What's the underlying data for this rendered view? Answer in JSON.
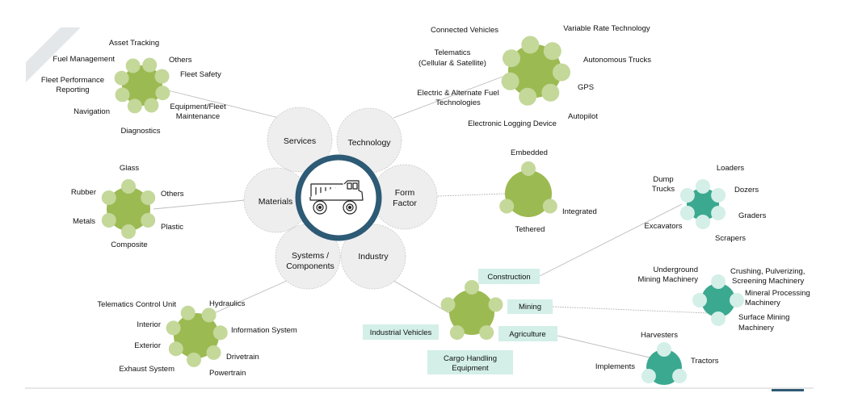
{
  "center": {
    "icon": "dump-truck-icon",
    "ring_color": "#2d5a75"
  },
  "colors": {
    "category_fill": "#eeeeee",
    "category_border": "#c8c8c8",
    "green_core": "#9cba52",
    "green_petal": "#c4d89a",
    "teal_core": "#3aa98f",
    "teal_petal": "#d3efe8",
    "box_fill": "#d3efe8",
    "line": "#bbbbbb",
    "rule": "#cccccc",
    "accent_bar": "#2d5a75"
  },
  "categories": [
    {
      "id": "services",
      "lines": [
        "Services"
      ]
    },
    {
      "id": "technology",
      "lines": [
        "Technology"
      ]
    },
    {
      "id": "form-factor",
      "lines": [
        "Form",
        "Factor"
      ]
    },
    {
      "id": "industry",
      "lines": [
        "Industry"
      ]
    },
    {
      "id": "systems",
      "lines": [
        "Systems /",
        "Components"
      ]
    },
    {
      "id": "materials",
      "lines": [
        "Materials"
      ]
    }
  ],
  "clusters": {
    "services": {
      "labels": [
        {
          "lines": [
            "Asset Tracking"
          ]
        },
        {
          "lines": [
            "Others"
          ]
        },
        {
          "lines": [
            "Fleet Safety"
          ]
        },
        {
          "lines": [
            "Fuel Management"
          ]
        },
        {
          "lines": [
            "Fleet Performance",
            "Reporting"
          ]
        },
        {
          "lines": [
            "Navigation"
          ]
        },
        {
          "lines": [
            "Equipment/Fleet",
            "Maintenance"
          ]
        },
        {
          "lines": [
            "Diagnostics"
          ]
        }
      ]
    },
    "technology": {
      "labels": [
        {
          "lines": [
            "Connected Vehicles"
          ]
        },
        {
          "lines": [
            "Variable Rate Technology"
          ]
        },
        {
          "lines": [
            "Telematics",
            "(Cellular & Satellite)"
          ]
        },
        {
          "lines": [
            "Autonomous Trucks"
          ]
        },
        {
          "lines": [
            "GPS"
          ]
        },
        {
          "lines": [
            "Electric & Alternate Fuel",
            "Technologies"
          ]
        },
        {
          "lines": [
            "Autopilot"
          ]
        },
        {
          "lines": [
            "Electronic Logging Device"
          ]
        }
      ]
    },
    "materials": {
      "labels": [
        {
          "lines": [
            "Glass"
          ]
        },
        {
          "lines": [
            "Rubber"
          ]
        },
        {
          "lines": [
            "Others"
          ]
        },
        {
          "lines": [
            "Metals"
          ]
        },
        {
          "lines": [
            "Plastic"
          ]
        },
        {
          "lines": [
            "Composite"
          ]
        }
      ]
    },
    "form_factor": {
      "labels": [
        {
          "lines": [
            "Embedded"
          ]
        },
        {
          "lines": [
            "Integrated"
          ]
        },
        {
          "lines": [
            "Tethered"
          ]
        }
      ]
    },
    "systems": {
      "labels": [
        {
          "lines": [
            "Telematics Control Unit"
          ]
        },
        {
          "lines": [
            "Hydraulics"
          ]
        },
        {
          "lines": [
            "Interior"
          ]
        },
        {
          "lines": [
            "Information System"
          ]
        },
        {
          "lines": [
            "Exterior"
          ]
        },
        {
          "lines": [
            "Drivetrain"
          ]
        },
        {
          "lines": [
            "Exhaust System"
          ]
        },
        {
          "lines": [
            "Powertrain"
          ]
        }
      ]
    },
    "industry": {
      "boxes": [
        {
          "id": "construction",
          "lines": [
            "Construction"
          ]
        },
        {
          "id": "mining",
          "lines": [
            "Mining"
          ]
        },
        {
          "id": "agriculture",
          "lines": [
            "Agriculture"
          ]
        },
        {
          "id": "industrial-vehicles",
          "lines": [
            "Industrial Vehicles"
          ]
        },
        {
          "id": "cargo-handling",
          "lines": [
            "Cargo Handling",
            "Equipment"
          ]
        }
      ]
    },
    "construction": {
      "labels": [
        {
          "lines": [
            "Loaders"
          ]
        },
        {
          "lines": [
            "Dump",
            "Trucks"
          ]
        },
        {
          "lines": [
            "Dozers"
          ]
        },
        {
          "lines": [
            "Graders"
          ]
        },
        {
          "lines": [
            "Excavators"
          ]
        },
        {
          "lines": [
            "Scrapers"
          ]
        }
      ]
    },
    "mining": {
      "labels": [
        {
          "lines": [
            "Underground",
            "Mining Machinery"
          ]
        },
        {
          "lines": [
            "Crushing, Pulverizing,",
            "Screening Machinery"
          ]
        },
        {
          "lines": [
            "Mineral Processing",
            "Machinery"
          ]
        },
        {
          "lines": [
            "Surface Mining",
            "Machinery"
          ]
        }
      ]
    },
    "agriculture": {
      "labels": [
        {
          "lines": [
            "Harvesters"
          ]
        },
        {
          "lines": [
            "Implements"
          ]
        },
        {
          "lines": [
            "Tractors"
          ]
        }
      ]
    }
  }
}
